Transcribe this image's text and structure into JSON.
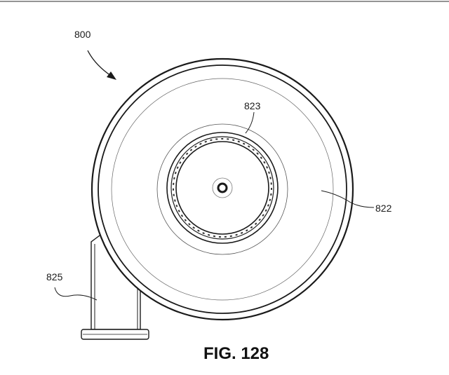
{
  "figure": {
    "caption": "FIG. 128",
    "labels": {
      "assembly": "800",
      "hub_ring": "823",
      "housing": "822",
      "outlet": "825"
    }
  },
  "colors": {
    "line": "#1a1a1a",
    "background": "#ffffff"
  }
}
